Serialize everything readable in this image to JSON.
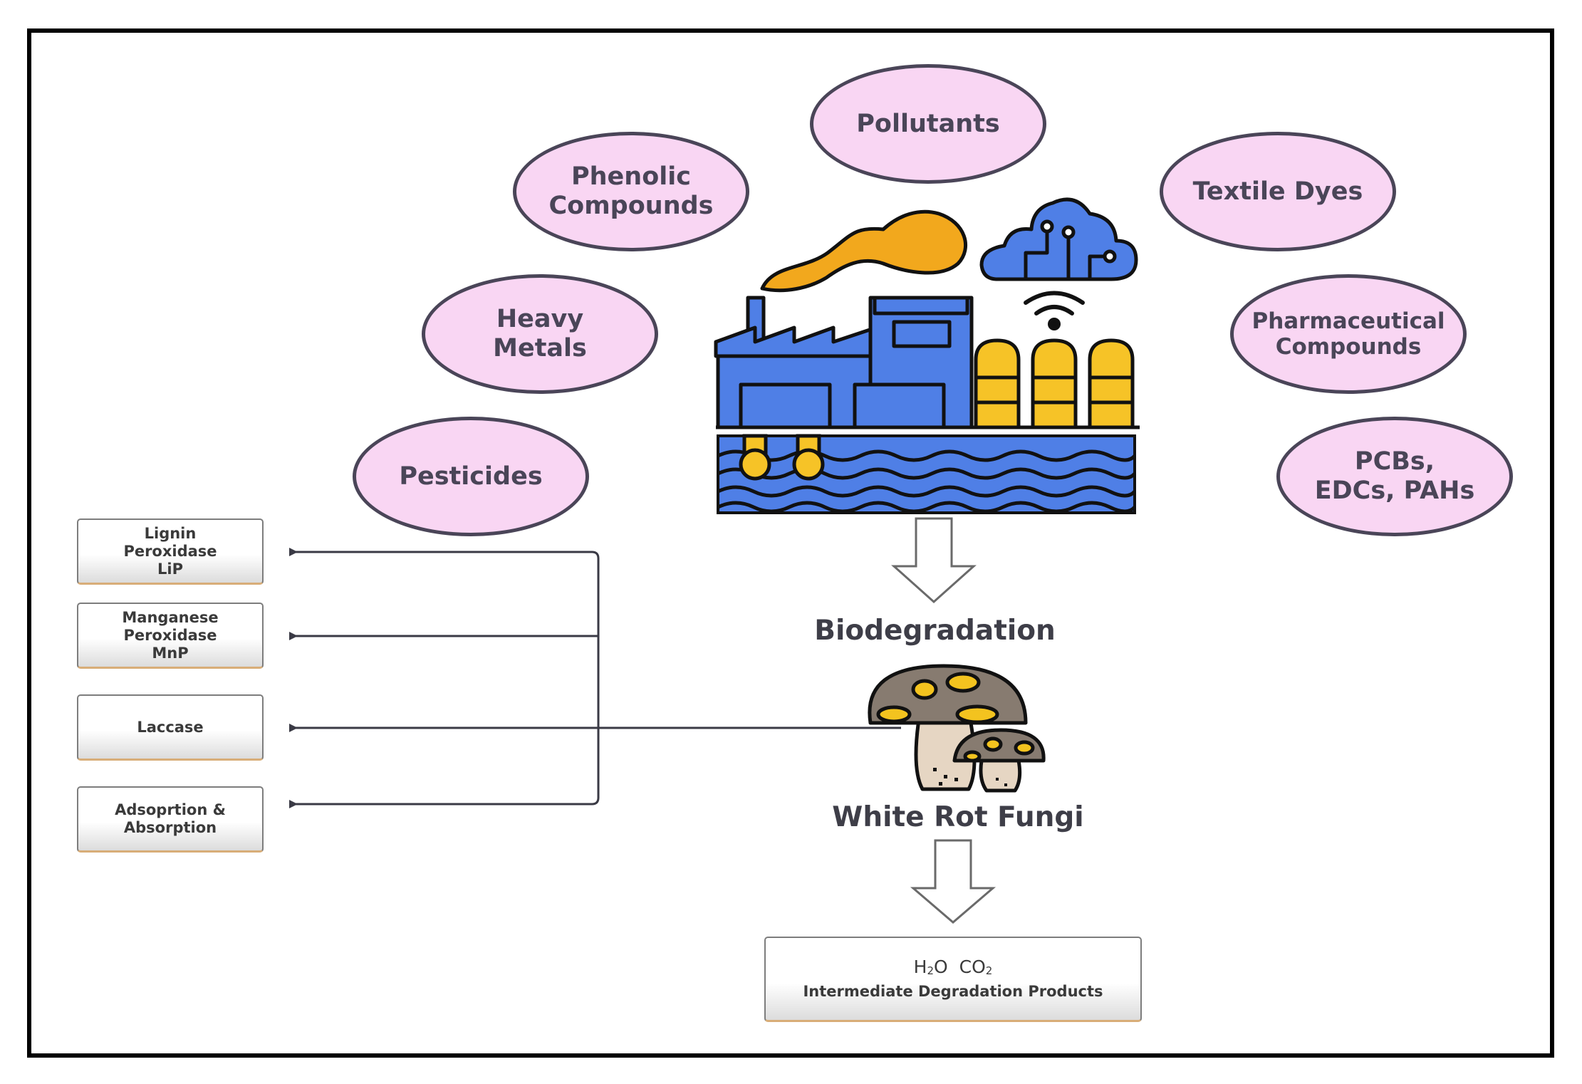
{
  "pollutants": {
    "center": "Pollutants",
    "items": [
      "Phenolic\nCompounds",
      "Textile Dyes",
      "Heavy\nMetals",
      "Pharmaceutical\nCompounds",
      "Pesticides",
      "PCBs,\nEDCs, PAHs"
    ]
  },
  "process": {
    "biodegradation": "Biodegradation",
    "organism": "White Rot Fungi"
  },
  "mechanisms": [
    "Lignin\nPeroxidase\nLiP",
    "Manganese\nPeroxidase\nMnP",
    "Laccase",
    "Adsoprtion &\nAbsorption"
  ],
  "products": {
    "water": "H",
    "water_sub": "2",
    "water_o": "O",
    "co2": "CO",
    "co2_sub": "2",
    "intermediate": "Intermediate Degradation Products"
  },
  "icons": [
    "factory-icon",
    "cloud-circuit-icon",
    "wifi-icon",
    "water-waves-icon",
    "mushroom-icon",
    "down-arrow-icon"
  ],
  "colors": {
    "bubble_fill": "#f9d6f3",
    "bubble_border": "#4a4558",
    "factory_blue": "#4f7fe6",
    "smoke_orange": "#f2a81d",
    "tank_yellow": "#f6c327",
    "mushroom_cap": "#877b70",
    "mushroom_spots": "#f3c31f"
  }
}
